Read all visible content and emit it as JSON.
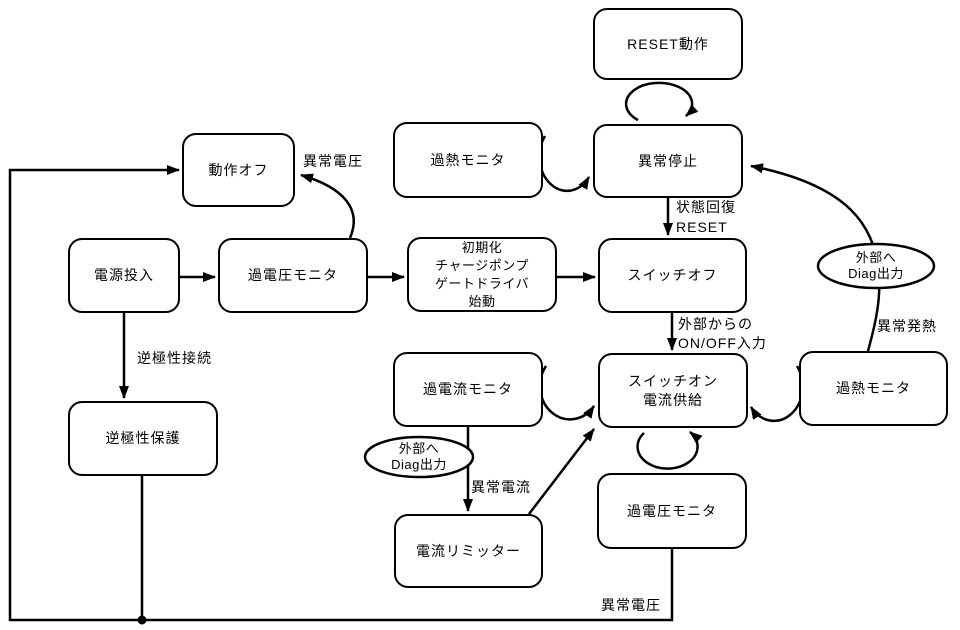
{
  "diagram": {
    "background": "#ffffff",
    "stroke_color": "#000000",
    "nodes": {
      "reset": {
        "label": "RESET動作"
      },
      "stop": {
        "label": "異常停止"
      },
      "heat_top": {
        "label": "過熱モニタ"
      },
      "op_off": {
        "label": "動作オフ"
      },
      "power_on": {
        "label": "電源投入"
      },
      "ov_mid": {
        "label": "過電圧モニタ"
      },
      "init": {
        "lines": [
          "初期化",
          "チャージポンプ",
          "ゲートドライバ",
          "始動"
        ]
      },
      "sw_off": {
        "label": "スイッチオフ"
      },
      "sw_on": {
        "lines": [
          "スイッチオン",
          "電流供給"
        ]
      },
      "heat_right": {
        "label": "過熱モニタ"
      },
      "oc_mon": {
        "label": "過電流モニタ"
      },
      "rev_prot": {
        "label": "逆極性保護"
      },
      "limiter": {
        "label": "電流リミッター"
      },
      "ov_bot": {
        "label": "過電圧モニタ"
      }
    },
    "callouts": {
      "diag_right": {
        "lines": [
          "外部へ",
          "Diag出力"
        ]
      },
      "diag_mid": {
        "lines": [
          "外部へ",
          "Diag出力"
        ]
      }
    },
    "edge_labels": {
      "abnormal_voltage_top": "異常電圧",
      "state_recovery": {
        "lines": [
          "状態回復",
          "RESET"
        ]
      },
      "external_onoff": {
        "lines": [
          "外部からの",
          "ON/OFF入力"
        ]
      },
      "abnormal_heat": "異常発熱",
      "reverse_polarity": "逆極性接続",
      "abnormal_current": "異常電流",
      "abnormal_voltage_bottom": "異常電圧"
    }
  }
}
